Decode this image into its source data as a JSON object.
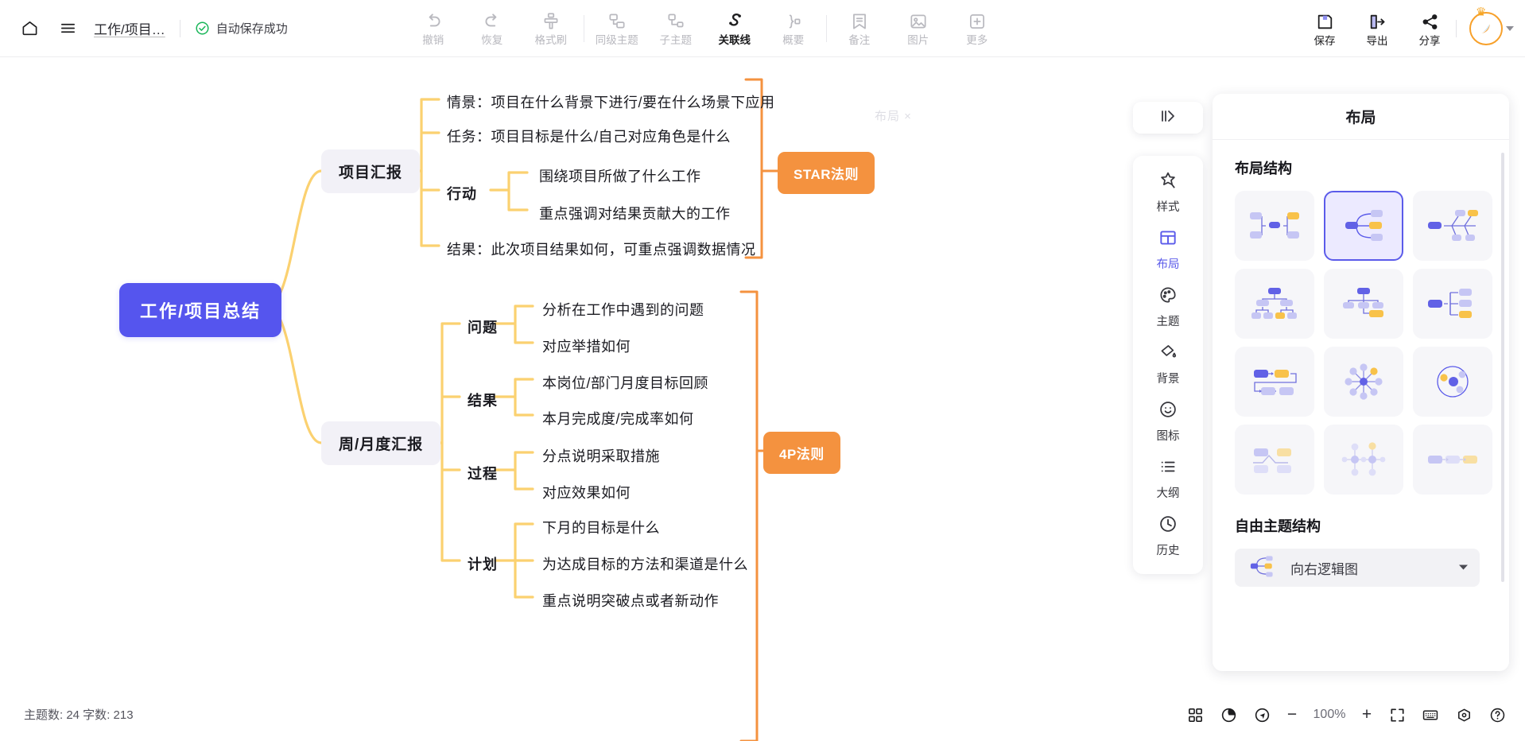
{
  "app": {
    "title_bar": {
      "home_icon": "home-icon",
      "menu_icon": "hamburger-menu-icon",
      "doc_title": "工作/项目…",
      "save_status": "自动保存成功"
    },
    "toolbar": [
      {
        "label": "撤销",
        "icon": "undo-icon",
        "active": false
      },
      {
        "label": "恢复",
        "icon": "redo-icon",
        "active": false
      },
      {
        "label": "格式刷",
        "icon": "format-painter-icon",
        "active": false
      },
      {
        "label": "同级主题",
        "icon": "sibling-topic-icon",
        "active": false
      },
      {
        "label": "子主题",
        "icon": "sub-topic-icon",
        "active": false
      },
      {
        "label": "关联线",
        "icon": "relation-line-icon",
        "active": true
      },
      {
        "label": "概要",
        "icon": "summary-icon",
        "active": false
      },
      {
        "label": "备注",
        "icon": "note-icon",
        "active": false
      },
      {
        "label": "图片",
        "icon": "image-icon",
        "active": false
      },
      {
        "label": "更多",
        "icon": "more-plus-icon",
        "active": false
      }
    ],
    "toolbar_right": [
      {
        "label": "保存",
        "icon": "save-floppy-icon"
      },
      {
        "label": "导出",
        "icon": "export-icon"
      },
      {
        "label": "分享",
        "icon": "share-icon"
      }
    ]
  },
  "mindmap": {
    "root": "工作/项目总结",
    "branches": [
      {
        "label": "项目汇报",
        "summary_badge": "STAR法则",
        "children": [
          {
            "label": "情景：项目在什么背景下进行/要在什么场景下应用",
            "children": []
          },
          {
            "label": "任务：项目目标是什么/自己对应角色是什么",
            "children": []
          },
          {
            "label": "行动",
            "children": [
              "围绕项目所做了什么工作",
              "重点强调对结果贡献大的工作"
            ]
          },
          {
            "label": "结果：此次项目结果如何，可重点强调数据情况",
            "children": []
          }
        ]
      },
      {
        "label": "周/月度汇报",
        "summary_badge": "4P法则",
        "children": [
          {
            "label": "问题",
            "children": [
              "分析在工作中遇到的问题",
              "对应举措如何"
            ]
          },
          {
            "label": "结果",
            "children": [
              "本岗位/部门月度目标回顾",
              "本月完成度/完成率如何"
            ]
          },
          {
            "label": "过程",
            "children": [
              "分点说明采取措施",
              "对应效果如何"
            ]
          },
          {
            "label": "计划",
            "children": [
              "下月的目标是什么",
              "为达成目标的方法和渠道是什么",
              "重点说明突破点或者新动作"
            ]
          }
        ]
      }
    ],
    "ghost_text": "布局 ×"
  },
  "rail": {
    "collapse_icon": "collapse-panel-icon",
    "items": [
      {
        "label": "样式",
        "icon": "style-star-icon",
        "active": false
      },
      {
        "label": "布局",
        "icon": "layout-icon",
        "active": true
      },
      {
        "label": "主题",
        "icon": "theme-palette-icon",
        "active": false
      },
      {
        "label": "背景",
        "icon": "background-paint-icon",
        "active": false
      },
      {
        "label": "图标",
        "icon": "emoji-smiley-icon",
        "active": false
      },
      {
        "label": "大纲",
        "icon": "outline-list-icon",
        "active": false
      },
      {
        "label": "历史",
        "icon": "history-clock-icon",
        "active": false
      }
    ]
  },
  "panel": {
    "title": "布局",
    "section_structure_title": "布局结构",
    "thumbnails": [
      {
        "name": "mind-map-both-sides",
        "selected": false
      },
      {
        "name": "logic-map-right",
        "selected": true
      },
      {
        "name": "fishbone-right",
        "selected": false
      },
      {
        "name": "org-chart-down",
        "selected": false
      },
      {
        "name": "tree-chart-down",
        "selected": false
      },
      {
        "name": "bracket-right",
        "selected": false
      },
      {
        "name": "timeline-snake",
        "selected": false
      },
      {
        "name": "radial-map",
        "selected": false
      },
      {
        "name": "circle-map",
        "selected": false
      },
      {
        "name": "bridge-map",
        "selected": false
      },
      {
        "name": "double-bubble-tree",
        "selected": false
      },
      {
        "name": "linear-flow",
        "selected": false
      }
    ],
    "section_free_title": "自由主题结构",
    "free_structure_value": "向右逻辑图",
    "free_structure_icon": "logic-map-right-icon",
    "dropdown_icon": "chevron-down-icon"
  },
  "statusbar": {
    "stats": "主题数: 24  字数: 213",
    "zoom": "100%",
    "minus": "−",
    "plus": "+",
    "buttons": [
      {
        "name": "thumbnail-grid-icon"
      },
      {
        "name": "mouse-mode-icon"
      },
      {
        "name": "navigator-icon"
      },
      {
        "name": "fullscreen-icon"
      },
      {
        "name": "keyboard-shortcuts-icon"
      },
      {
        "name": "settings-hex-icon"
      },
      {
        "name": "help-icon"
      }
    ]
  },
  "colors": {
    "root_bg": "#5555ee",
    "branch_bg": "#f2f1f7",
    "wire": "#fbd170",
    "summary": "#f4923f",
    "accent": "#5b5bea"
  }
}
